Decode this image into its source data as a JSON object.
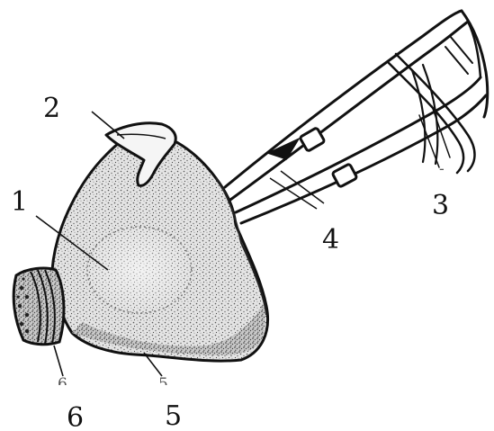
{
  "labels": {
    "mask_body": "1",
    "nose_clip": "2",
    "head_straps": "3",
    "buckle": "4",
    "seam": "5",
    "exhalation_valve": "6"
  },
  "ghost_labels": {
    "seam": "5",
    "exhalation_valve": "6",
    "head_straps": "-"
  },
  "colors": {
    "ink": "#111111",
    "mask_fill": "#d9d9d9",
    "background": "#ffffff"
  }
}
